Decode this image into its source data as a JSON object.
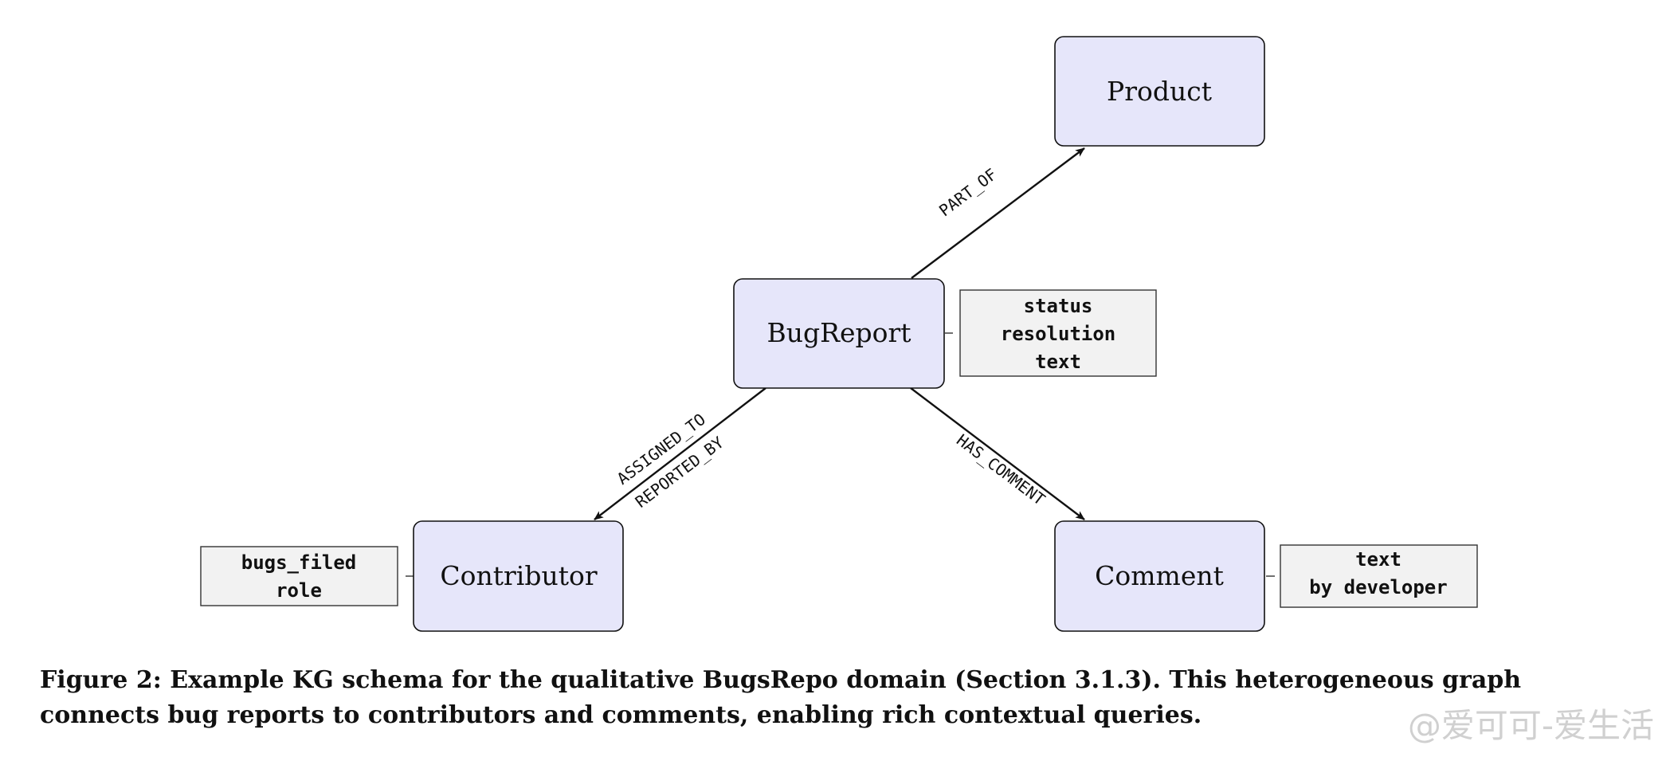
{
  "nodes": {
    "product": "Product",
    "bugreport": "BugReport",
    "contributor": "Contributor",
    "comment": "Comment"
  },
  "attributes": {
    "bugreport": [
      "status",
      "resolution",
      "text"
    ],
    "contributor": [
      "bugs_filed",
      "role"
    ],
    "comment": [
      "text",
      "by developer"
    ]
  },
  "edges": {
    "part_of": "PART_OF",
    "assigned_to": "ASSIGNED_TO",
    "reported_by": "REPORTED_BY",
    "has_comment": "HAS_COMMENT"
  },
  "caption": "Figure 2: Example KG schema for the qualitative BugsRepo domain (Section 3.1.3). This heterogeneous graph connects bug reports to contributors and comments, enabling rich contextual queries.",
  "watermark": "@爱可可-爱生活"
}
